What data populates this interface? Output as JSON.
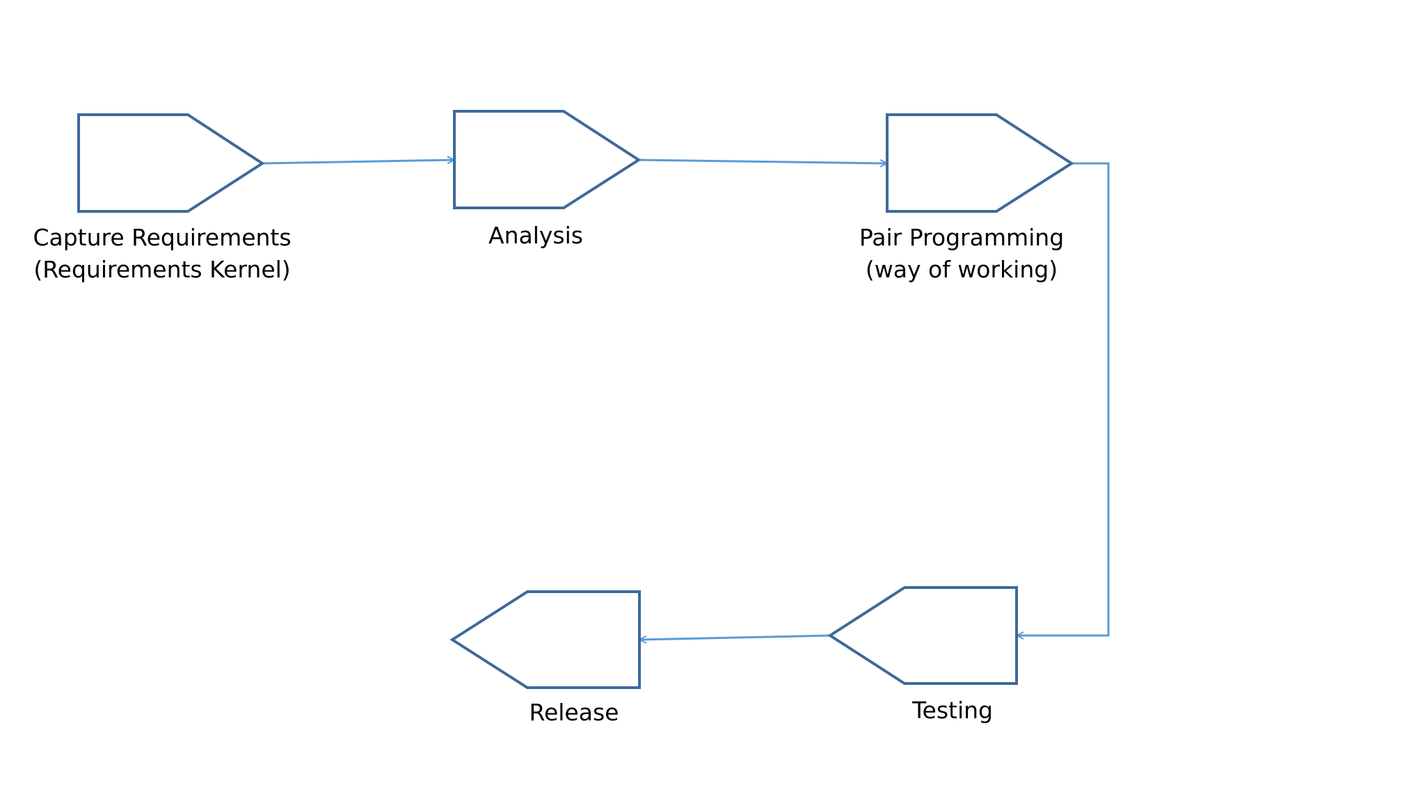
{
  "colors": {
    "background": "#ffffff",
    "shape_stroke": "#3d6a99",
    "connector": "#5b9bd5",
    "label_text": "#000000"
  },
  "nodes": [
    {
      "id": "capture-requirements",
      "label_lines": [
        "Capture Requirements",
        "(Requirements Kernel)"
      ]
    },
    {
      "id": "analysis",
      "label_lines": [
        "Analysis"
      ]
    },
    {
      "id": "pair-programming",
      "label_lines": [
        "Pair Programming",
        "(way of working)"
      ]
    },
    {
      "id": "testing",
      "label_lines": [
        "Testing"
      ]
    },
    {
      "id": "release",
      "label_lines": [
        "Release"
      ]
    }
  ],
  "edges": [
    {
      "from": "capture-requirements",
      "to": "analysis"
    },
    {
      "from": "analysis",
      "to": "pair-programming"
    },
    {
      "from": "pair-programming",
      "to": "testing"
    },
    {
      "from": "testing",
      "to": "release"
    }
  ]
}
